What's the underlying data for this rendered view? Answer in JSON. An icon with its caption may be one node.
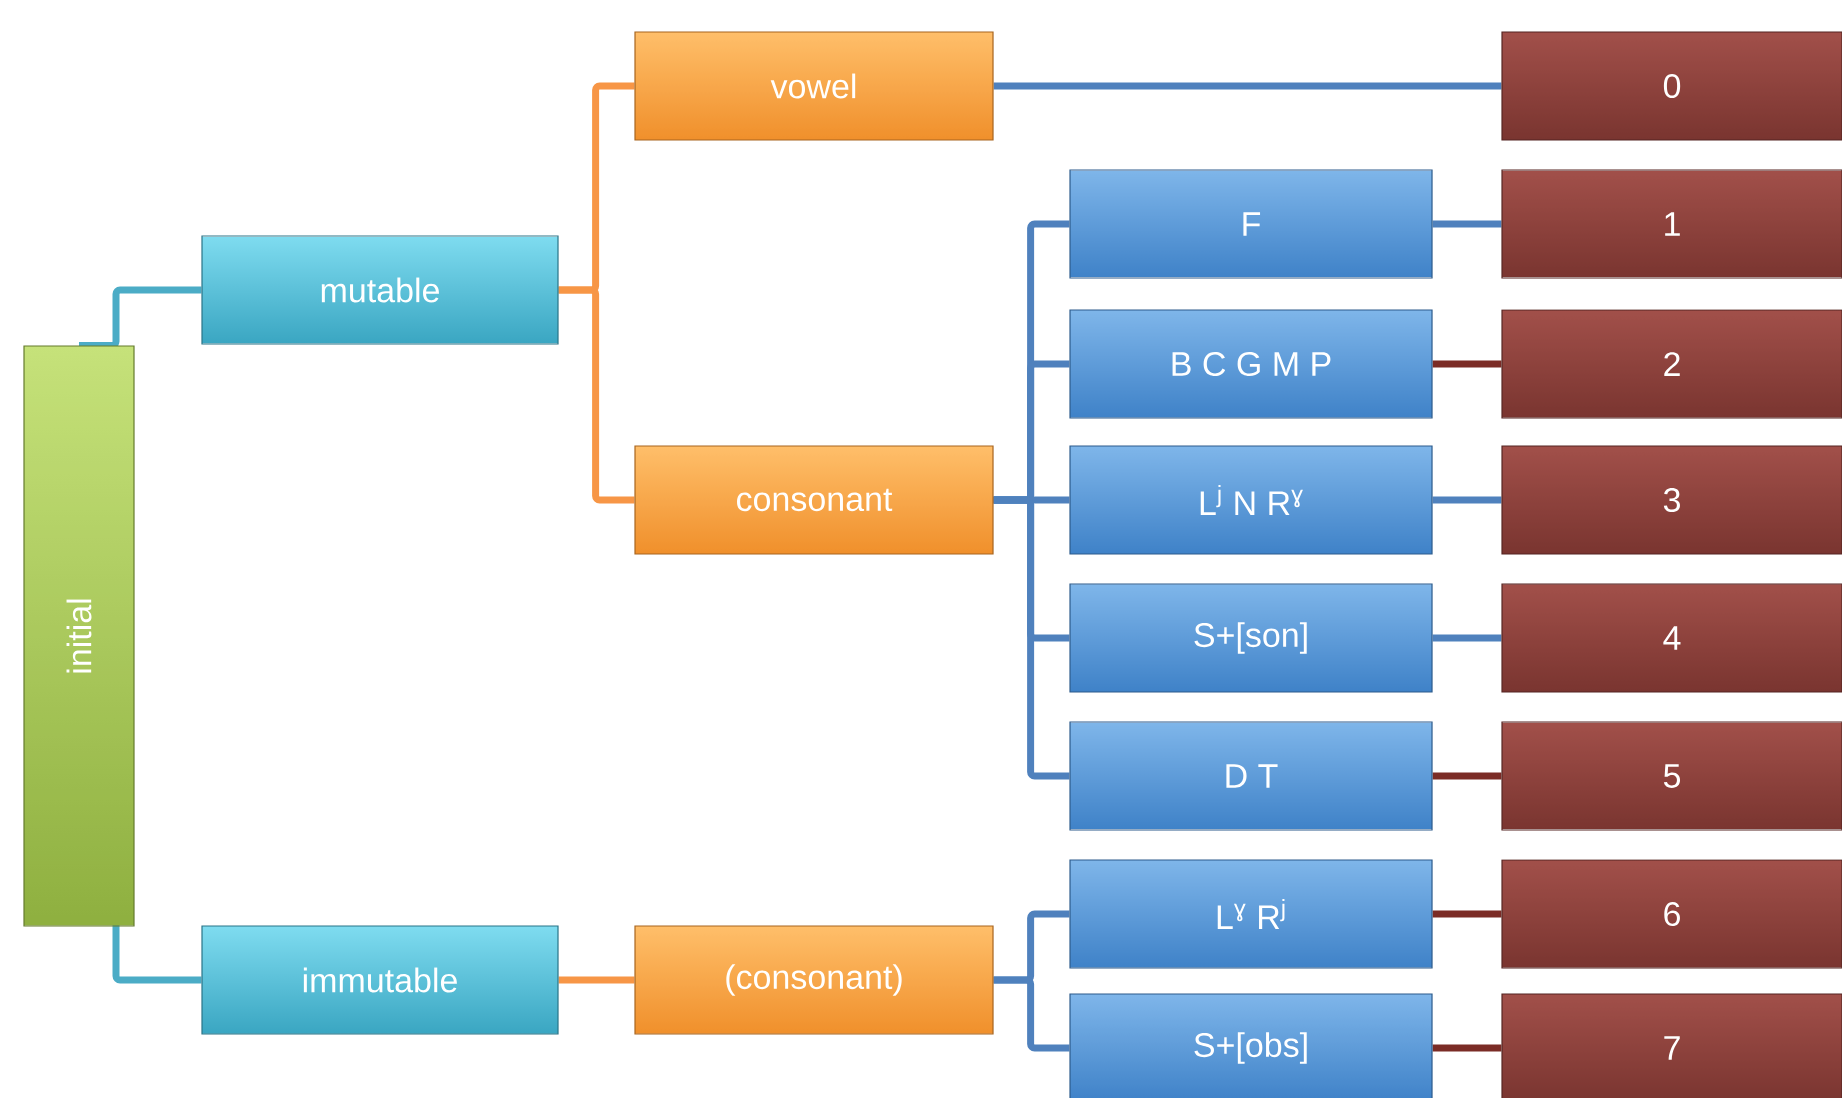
{
  "diagram": {
    "nodes": [
      {
        "text": [
          "initial"
        ]
      },
      {
        "text": [
          "mutable"
        ]
      },
      {
        "text": [
          "immutable"
        ]
      },
      {
        "text": [
          "vowel"
        ]
      },
      {
        "text": [
          "consonant"
        ]
      },
      {
        "text": [
          "(consonant)"
        ]
      },
      {
        "text": [
          "F"
        ]
      },
      {
        "text": [
          "B C G M P"
        ]
      },
      {
        "text": [
          "L$^{j}$ N R$^{ɣ}$"
        ]
      },
      {
        "text": [
          "S+[son]"
        ]
      },
      {
        "text": [
          "D T"
        ]
      },
      {
        "text": [
          "L$^{ɣ}$ R$^{j}$"
        ]
      },
      {
        "text": [
          "S+[obs]"
        ]
      },
      {
        "text": [
          "0"
        ]
      },
      {
        "text": [
          "1"
        ]
      },
      {
        "text": [
          "2"
        ]
      },
      {
        "text": [
          "3"
        ]
      },
      {
        "text": [
          "4"
        ]
      },
      {
        "text": [
          "5"
        ]
      },
      {
        "text": [
          "6"
        ]
      },
      {
        "text": [
          "7"
        ]
      }
    ],
    "edges": [
      {
        "from": 0,
        "to": 1,
        "arrow": "none",
        "color": "#4bacc6"
      },
      {
        "from": 0,
        "to": 2,
        "arrow": "none",
        "color": "#4bacc6"
      },
      {
        "from": 1,
        "to": 3,
        "arrow": "none",
        "color": "#f79646"
      },
      {
        "from": 1,
        "to": 4,
        "arrow": "none",
        "color": "#f79646"
      },
      {
        "from": 2,
        "to": 5,
        "arrow": "none",
        "color": "#f79646"
      },
      {
        "from": 3,
        "to": 13,
        "arrow": "none"
      },
      {
        "from": 4,
        "to": 6,
        "arrow": "none"
      },
      {
        "from": 4,
        "to": 7,
        "arrow": "none"
      },
      {
        "from": 4,
        "to": 8,
        "arrow": "none"
      },
      {
        "from": 4,
        "to": 9,
        "arrow": "none"
      },
      {
        "from": 4,
        "to": 10,
        "arrow": "none"
      },
      {
        "from": 5,
        "to": 11,
        "arrow": "none"
      },
      {
        "from": 5,
        "to": 12,
        "arrow": "none"
      },
      {
        "from": 6,
        "to": 14,
        "arrow": "none"
      },
      {
        "from": 7,
        "to": 15,
        "arrow": "none",
        "color": "#7b2c26"
      },
      {
        "from": 8,
        "to": 16,
        "arrow": "none"
      },
      {
        "from": 9,
        "to": 17,
        "arrow": "none"
      },
      {
        "from": 10,
        "to": 18,
        "arrow": "none",
        "color": "#7b2c26"
      },
      {
        "from": 11,
        "to": 19,
        "arrow": "none",
        "color": "#7b2c26"
      },
      {
        "from": 12,
        "to": 20,
        "arrow": "none",
        "color": "#7b2c26"
      }
    ]
  }
}
